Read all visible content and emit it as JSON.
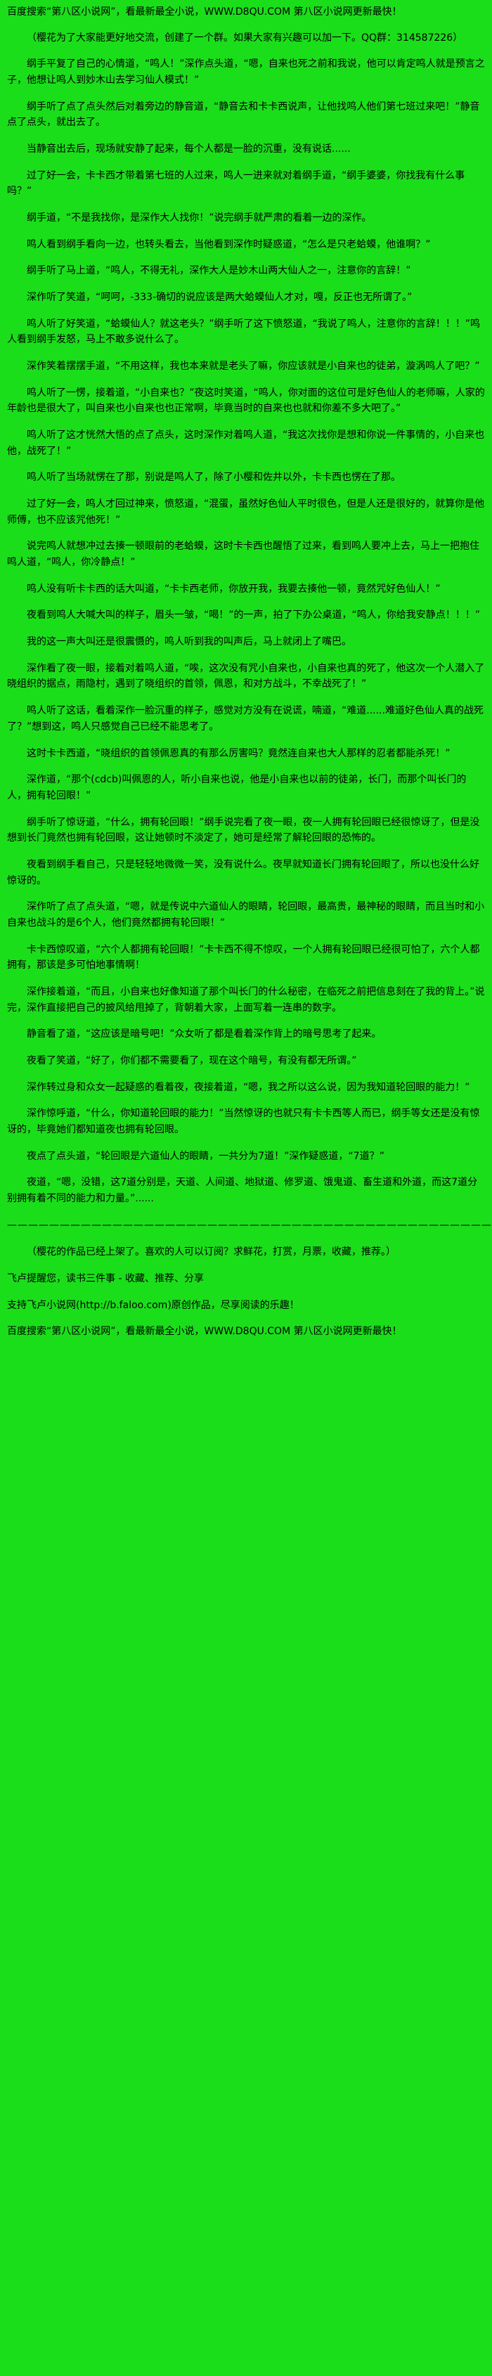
{
  "colors": {
    "background": "#1bde1b",
    "text": "#000000"
  },
  "site_notice": "百度搜索“第八区小说网”，看最新最全小说，WWW.D8QU.COM  第八区小说网更新最快！",
  "group_notice": "（樱花为了大家能更好地交流，创建了一个群。如果大家有兴趣可以加一下。QQ群：314587226）",
  "paragraphs": [
    "纲手平复了自己的心情道，“鸣人！”深作点头道，“嗯，自来也死之前和我说，他可以肯定鸣人就是预言之子，他想让鸣人到妙木山去学习仙人模式！”",
    "纲手听了点了点头然后对着旁边的静音道，“静音去和卡卡西说声，让他找鸣人他们第七班过来吧！”静音点了点头，就出去了。",
    "当静音出去后，现场就安静了起来，每个人都是一脸的沉重，没有说话......",
    "过了好一会，卡卡西才带着第七班的人过来，鸣人一进来就对着纲手道，“纲手婆婆，你找我有什么事吗？”",
    "纲手道，“不是我找你，是深作大人找你！”说完纲手就严肃的看着一边的深作。",
    "鸣人看到纲手看向一边，也转头看去，当他看到深作时疑惑道，“怎么是只老蛤蟆，他谁啊？”",
    "纲手听了马上道，“鸣人，不得无礼，深作大人是妙木山两大仙人之一，注意你的言辞！”",
    "深作听了笑道，“呵呵，-333-确切的说应该是两大蛤蟆仙人才对，嘎，反正也无所谓了。”",
    "鸣人听了好笑道，“蛤蟆仙人？就这老头？”纲手听了这下愤怒道，“我说了鸣人，注意你的言辞！！！”鸣人看到纲手发怒，马上不敢多说什么了。",
    "深作笑着摆摆手道，“不用这样，我也本来就是老头了嘛，你应该就是小自来也的徒弟，漩涡鸣人了吧？”",
    "鸣人听了一愣，接着道，“小自来也？”夜这时笑道，“鸣人，你对面的这位可是好色仙人的老师嘛，人家的年龄也是很大了，叫自来也小自来也也正常啊，毕竟当时的自来也也就和你差不多大吧了。”",
    "鸣人听了这才恍然大悟的点了点头，这时深作对着鸣人道，“我这次找你是想和你说一件事情的，小自来也他，战死了！”",
    "鸣人听了当场就愣在了那，别说是鸣人了，除了小樱和佐井以外，卡卡西也愣在了那。",
    "过了好一会，鸣人才回过神来，愤怒道，“混蛋，虽然好色仙人平时很色，但是人还是很好的，就算你是他师傅，也不应该咒他死！”",
    "说完鸣人就想冲过去揍一顿眼前的老蛤蟆，这时卡卡西也醒悟了过来，看到鸣人要冲上去，马上一把抱住鸣人道，“鸣人，你冷静点！”",
    "鸣人没有听卡卡西的话大叫道，“卡卡西老师，你放开我，我要去揍他一顿，竟然咒好色仙人！”",
    "夜看到鸣人大喊大叫的样子，眉头一皱，“喝！”的一声，拍了下办公桌道，“鸣人，你给我安静点！！！”",
    "我的这一声大叫还是很震慑的，鸣人听到我的叫声后，马上就闭上了嘴巴。",
    "深作看了夜一眼，接着对着鸣人道，“唉，这次没有咒小自来也，小自来也真的死了，他这次一个人潜入了晓组织的据点，雨隐村，遇到了晓组织的首领，佩恩，和对方战斗，不幸战死了！”",
    "鸣人听了这话，看着深作一脸沉重的样子，感觉对方没有在说谎，喃道，“难道......难道好色仙人真的战死了？”想到这，鸣人只感觉自己已经不能思考了。",
    "这时卡卡西道，“晓组织的首领佩恩真的有那么厉害吗？竟然连自来也大人那样的忍者都能杀死！”",
    "深作道，“那个(cdcb)叫佩恩的人，听小自来也说，他是小自来也以前的徒弟，长门，而那个叫长门的人，拥有轮回眼！”",
    "纲手听了惊讶道，“什么，拥有轮回眼！”纲手说完看了夜一眼，夜一人拥有轮回眼已经很惊讶了，但是没想到长门竟然也拥有轮回眼，这让她顿时不淡定了，她可是经常了解轮回眼的恐怖的。",
    "夜看到纲手看自己，只是轻轻地微微一笑，没有说什么。夜早就知道长门拥有轮回眼了，所以也没什么好惊讶的。",
    "深作听了点了点头道，“嗯，就是传说中六道仙人的眼睛，轮回眼，最高贵，最神秘的眼睛，而且当时和小自来也战斗的是6个人，他们竟然都拥有轮回眼！”",
    "卡卡西惊叹道，“六个人都拥有轮回眼！”卡卡西不得不惊叹，一个人拥有轮回眼已经很可怕了，六个人都拥有，那该是多可怕地事情啊！",
    "深作接着道，“而且，小自来也好像知道了那个叫长门的什么秘密，在临死之前把信息刻在了我的背上。”说完，深作直接把自己的披风给甩掉了，背朝着大家，上面写着一连串的数字。",
    "静音看了道，“这应该是暗号吧！”众女听了都是看着深作背上的暗号思考了起来。",
    "夜看了笑道，“好了，你们都不需要看了，现在这个暗号，有没有都无所谓。”",
    "深作转过身和众女一起疑惑的看着夜，夜接着道，“嗯，我之所以这么说，因为我知道轮回眼的能力！”",
    "深作惊呼道，“什么，你知道轮回眼的能力！”当然惊讶的也就只有卡卡西等人而已，纲手等女还是没有惊讶的，毕竟她们都知道夜也拥有轮回眼。",
    "夜点了点头道，“轮回眼是六道仙人的眼睛，一共分为7道！”深作疑惑道，“7道？”",
    "夜道，“嗯，没错，这7道分别是，天道、人间道、地狱道、修罗道、饿鬼道、畜生道和外道，而这7道分别拥有着不同的能力和力量。”......"
  ],
  "divider": "————————————————————————————————————————————————————————",
  "footer": {
    "promo": "（樱花的作品已经上架了。喜欢的人可以订阅？求鲜花，打赏，月票，收藏，推荐。）",
    "reminder": "飞卢提醒您，读书三件事 - 收藏、推荐、分享",
    "support": "支持飞卢小说网(http://b.faloo.com)原创作品，尽享阅读的乐趣！"
  }
}
